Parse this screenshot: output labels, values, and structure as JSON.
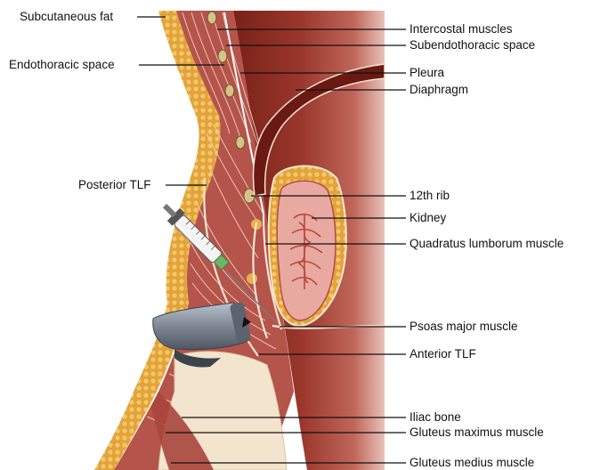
{
  "figure": {
    "labels": {
      "subcutaneous_fat": "Subcutaneous fat",
      "intercostal_muscles": "Intercostal muscles",
      "subendothoracic_space": "Subendothoracic space",
      "endothoracic_space": "Endothoracic space",
      "pleura": "Pleura",
      "diaphragm": "Diaphragm",
      "posterior_tlf": "Posterior TLF",
      "rib_12": "12th rib",
      "kidney": "Kidney",
      "quadratus_lumborum": "Quadratus lumborum muscle",
      "psoas_major": "Psoas major muscle",
      "anterior_tlf": "Anterior TLF",
      "iliac_bone": "Iliac bone",
      "gluteus_maximus": "Gluteus maximus muscle",
      "gluteus_medius": "Gluteus medius muscle"
    },
    "colors": {
      "fat": "#E9B04A",
      "muscle": "#B5544A",
      "chest_wall": "#8E2C22",
      "kidney": "#E8A9A0",
      "fascia": "#F6E6D2",
      "probe": "#8C95A1",
      "needle_hub": "#6DB56A"
    }
  }
}
